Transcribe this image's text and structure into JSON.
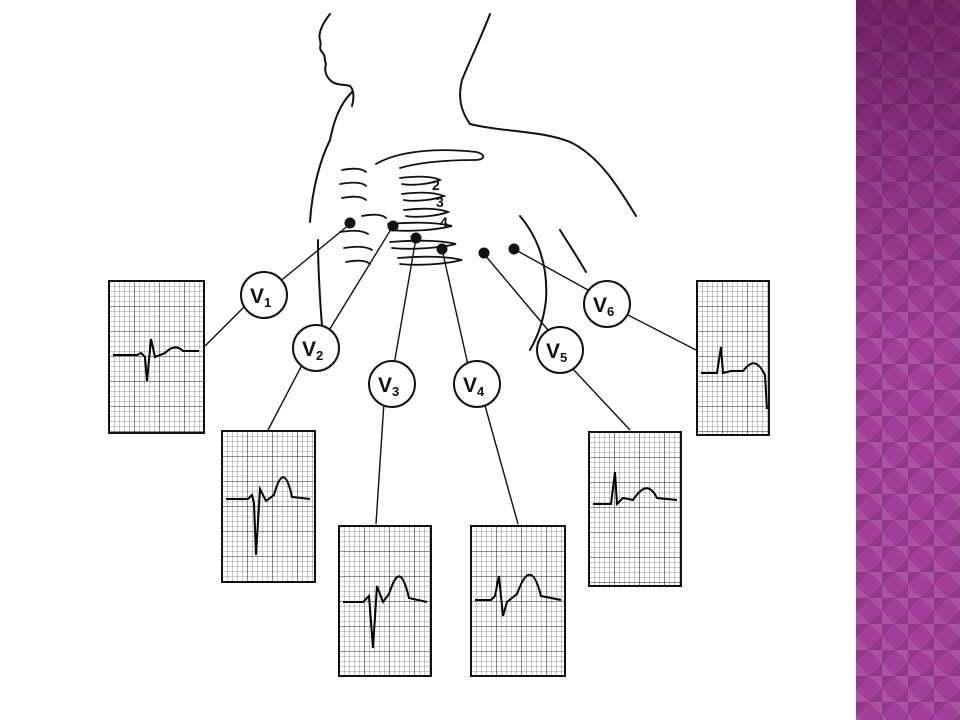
{
  "rib_labels": [
    {
      "id": "rib-2",
      "text": "2"
    },
    {
      "id": "rib-3",
      "text": "3"
    },
    {
      "id": "rib-4",
      "text": "4"
    }
  ],
  "leads": [
    {
      "id": "v1",
      "letter": "V",
      "sub": "1"
    },
    {
      "id": "v2",
      "letter": "V",
      "sub": "2"
    },
    {
      "id": "v3",
      "letter": "V",
      "sub": "3"
    },
    {
      "id": "v4",
      "letter": "V",
      "sub": "4"
    },
    {
      "id": "v5",
      "letter": "V",
      "sub": "5"
    },
    {
      "id": "v6",
      "letter": "V",
      "sub": "6"
    }
  ],
  "theme": {
    "accent_color": "#a23e97",
    "ink_color": "#111111",
    "paper_color": "#ffffff"
  },
  "icons": {
    "electrode": "electrode-dot-icon",
    "ecg_strip": "ecg-strip"
  }
}
